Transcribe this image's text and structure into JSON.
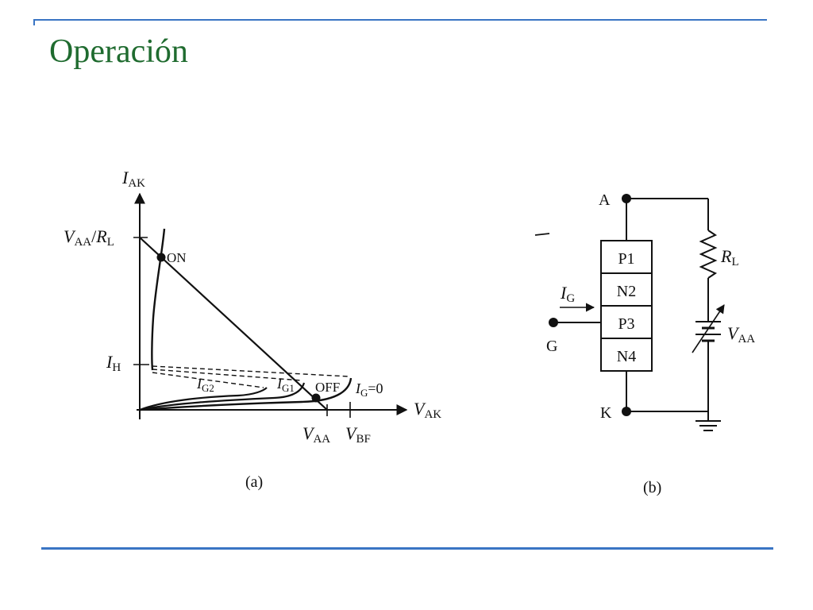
{
  "slide": {
    "title": "Operación",
    "colors": {
      "title": "#1f6b2f",
      "rule": "#3a75c4",
      "ink": "#111111"
    }
  },
  "graph_a": {
    "caption": "(a)",
    "y_axis_label": {
      "main": "I",
      "sub": "AK"
    },
    "x_axis_label": {
      "main": "V",
      "sub": "AK"
    },
    "y_ticks": {
      "load_intercept": {
        "v": "V",
        "vsub": "AA",
        "slash": "/",
        "r": "R",
        "rsub": "L"
      },
      "holding": {
        "main": "I",
        "sub": "H"
      }
    },
    "x_ticks": {
      "supply": {
        "main": "V",
        "sub": "AA"
      },
      "breakover": {
        "main": "V",
        "sub": "BF"
      }
    },
    "points": {
      "on": "ON",
      "off": "OFF"
    },
    "curves": {
      "ig2": {
        "main": "I",
        "sub": "G2"
      },
      "ig1": {
        "main": "I",
        "sub": "G1"
      },
      "ig0": {
        "main": "I",
        "sub": "G",
        "suffix": "=0"
      }
    }
  },
  "circuit_b": {
    "caption": "(b)",
    "anode": "A",
    "cathode": "K",
    "gate": "G",
    "gate_current": {
      "main": "I",
      "sub": "G"
    },
    "layers": [
      "P1",
      "N2",
      "P3",
      "N4"
    ],
    "resistor": {
      "main": "R",
      "sub": "L"
    },
    "source": {
      "main": "V",
      "sub": "AA"
    }
  }
}
